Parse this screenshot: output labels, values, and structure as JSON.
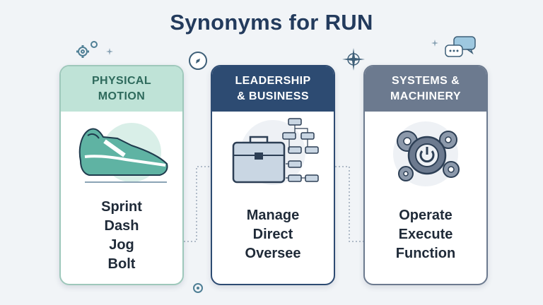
{
  "title": "Synonyms for RUN",
  "categories": [
    {
      "heading": [
        "PHYSICAL",
        "MOTION"
      ],
      "words": [
        "Sprint",
        "Dash",
        "Jog",
        "Bolt"
      ],
      "illustration": "running-shoe-icon",
      "accent": "#bfe3d7"
    },
    {
      "heading": [
        "LEADERSHIP",
        "& BUSINESS"
      ],
      "words": [
        "Manage",
        "Direct",
        "Oversee"
      ],
      "illustration": "briefcase-org-chart-icon",
      "accent": "#2d4b72"
    },
    {
      "heading": [
        "SYSTEMS &",
        "MACHINERY"
      ],
      "words": [
        "Operate",
        "Execute",
        "Function"
      ],
      "illustration": "gears-power-icon",
      "accent": "#6c7a8f"
    }
  ],
  "decorations": [
    "gear-icon",
    "compass-icon",
    "compass-rose-icon",
    "chat-bubbles-icon"
  ]
}
